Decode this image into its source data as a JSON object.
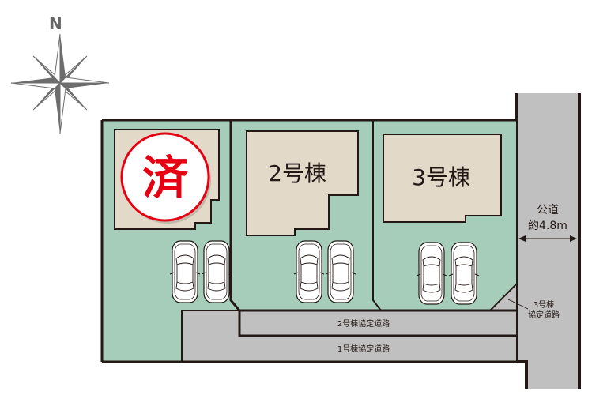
{
  "compass": {
    "north_label": "N",
    "icon": "compass-rose-icon"
  },
  "colors": {
    "lot_green": "#a5cdb9",
    "building_beige": "#e3d9c8",
    "road_gray": "#c0c0c0",
    "border_dark": "#231815",
    "sold_red": "#e60012",
    "compass_gray": "#6d6d6d"
  },
  "lots": [
    {
      "id": "lot-1",
      "building_label": "",
      "sold": true,
      "sold_label": "済",
      "parking_spaces": 2
    },
    {
      "id": "lot-2",
      "building_label": "2号棟",
      "sold": false,
      "parking_spaces": 2
    },
    {
      "id": "lot-3",
      "building_label": "3号棟",
      "sold": false,
      "parking_spaces": 2
    }
  ],
  "roads": {
    "public_road": {
      "name": "公道",
      "width": "約4.8m"
    },
    "private_road_2": "2号棟協定道路",
    "private_road_1": "1号棟協定道路",
    "private_road_3": {
      "line1": "3号棟",
      "line2": "協定道路"
    }
  }
}
